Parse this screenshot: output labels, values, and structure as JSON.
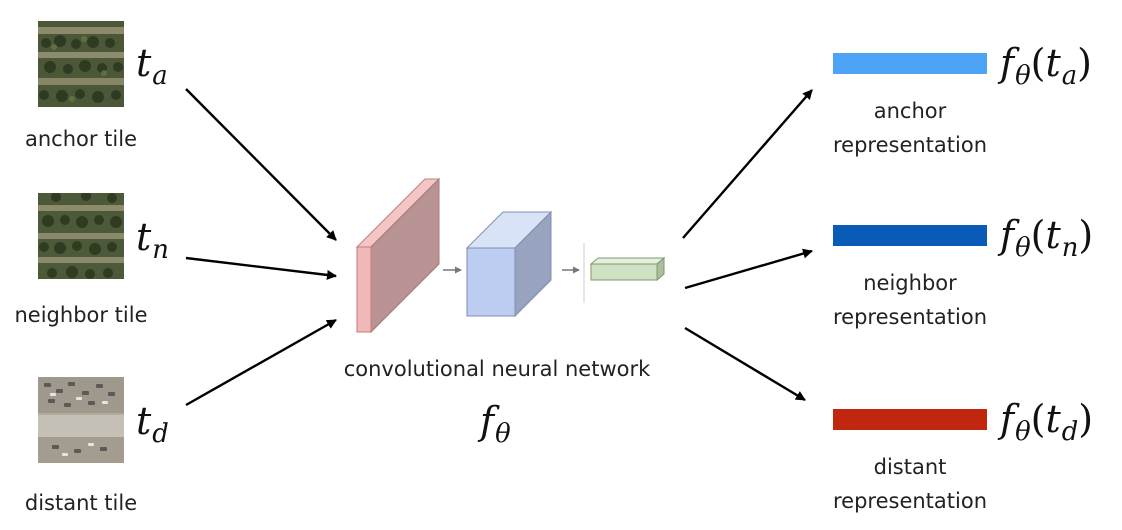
{
  "inputs": [
    {
      "id": "anchor",
      "symbol_base": "t",
      "symbol_sub": "a",
      "caption": "anchor tile"
    },
    {
      "id": "neighbor",
      "symbol_base": "t",
      "symbol_sub": "n",
      "caption": "neighbor tile"
    },
    {
      "id": "distant",
      "symbol_base": "t",
      "symbol_sub": "d",
      "caption": "distant tile"
    }
  ],
  "network": {
    "caption": "convolutional neural network",
    "symbol_base": "f",
    "symbol_sub": "θ",
    "colors": {
      "layer1": "#c49a9a",
      "layer2": "#b7c8ec",
      "layer3": "#cfe3c4"
    }
  },
  "outputs": [
    {
      "id": "anchor",
      "color": "#4da3f5",
      "func": "f",
      "func_sub": "θ",
      "arg_base": "t",
      "arg_sub": "a",
      "caption_line1": "anchor",
      "caption_line2": "representation"
    },
    {
      "id": "neighbor",
      "color": "#0a5bb8",
      "func": "f",
      "func_sub": "θ",
      "arg_base": "t",
      "arg_sub": "n",
      "caption_line1": "neighbor",
      "caption_line2": "representation"
    },
    {
      "id": "distant",
      "color": "#c1270f",
      "func": "f",
      "func_sub": "θ",
      "arg_base": "t",
      "arg_sub": "d",
      "caption_line1": "distant",
      "caption_line2": "representation"
    }
  ]
}
